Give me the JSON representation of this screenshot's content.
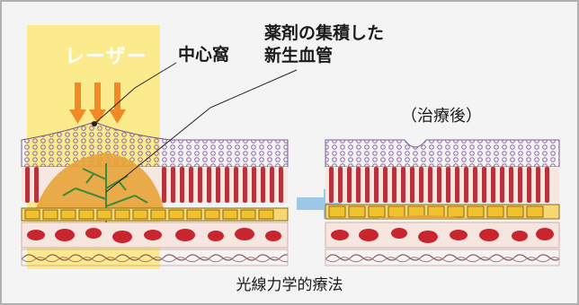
{
  "labels": {
    "laser": "レーザー",
    "fovea": "中心窩",
    "drug_line1": "薬剤の集積した",
    "drug_line2": "新生血管",
    "after_treatment": "（治療後）",
    "caption": "光線力学的療法"
  },
  "colors": {
    "background": "#f4f4f4",
    "border": "#b0b0b0",
    "laser_beam": "#fbe97a",
    "laser_arrow": "#f08a24",
    "photoreceptor": "#b7323a",
    "rpe_cell": "#f2c12e",
    "lesion": "#e8a33a",
    "neovessel": "#3c8a3a",
    "choroid_vessel": "#c8252f",
    "process_arrow": "#9ec7e6"
  }
}
